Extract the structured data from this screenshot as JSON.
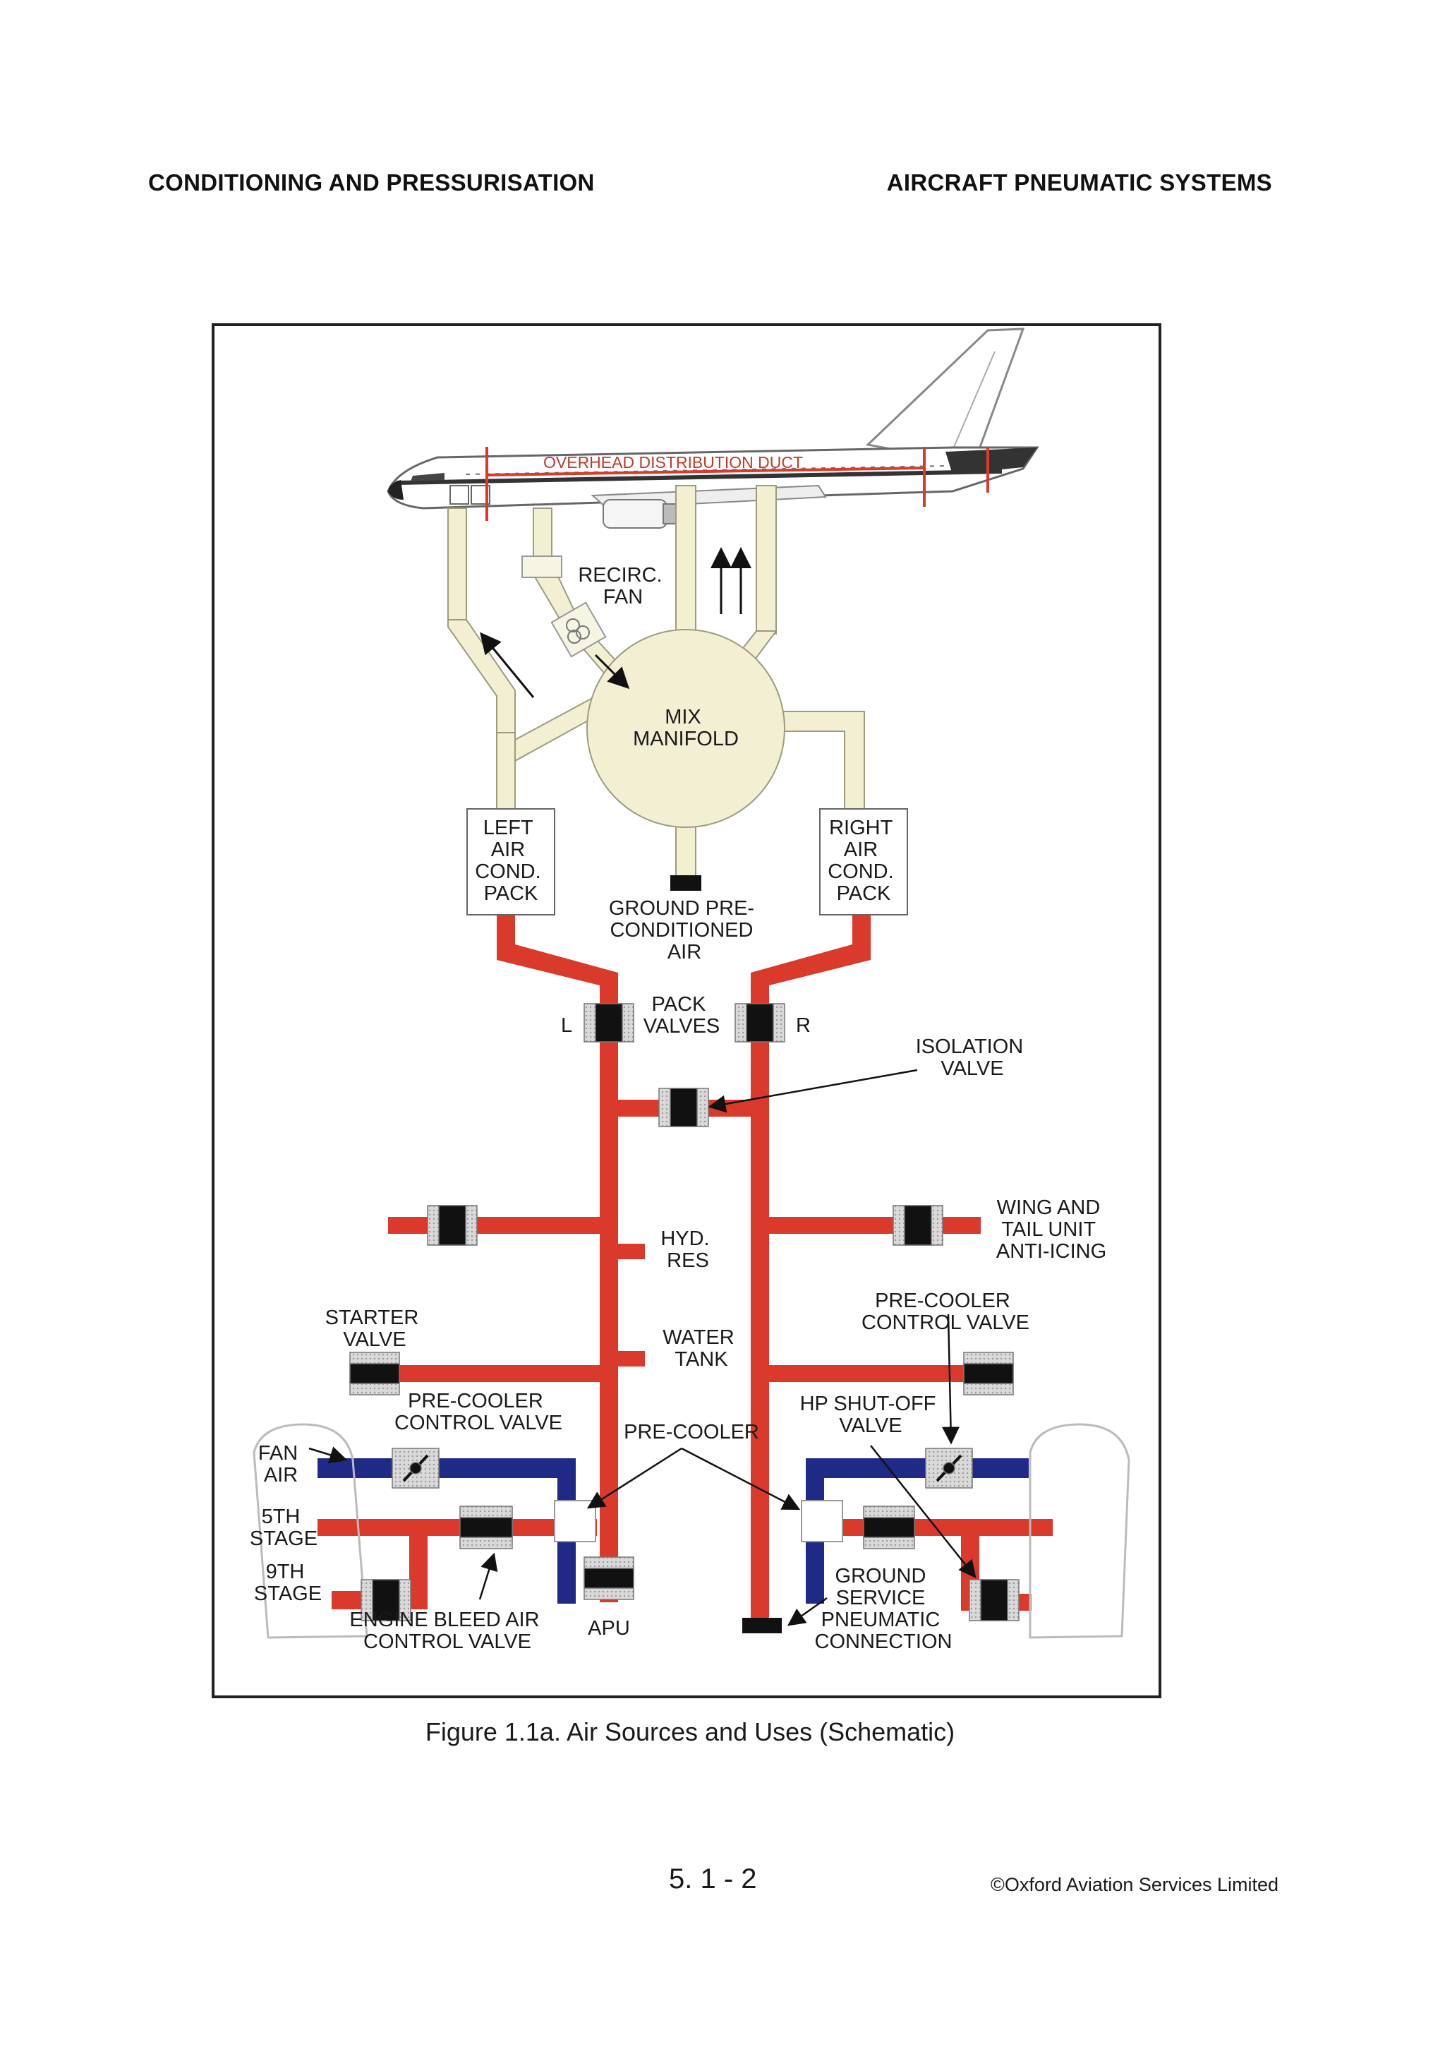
{
  "header": {
    "left": "CONDITIONING AND PRESSURISATION",
    "right": "AIRCRAFT PNEUMATIC SYSTEMS"
  },
  "diagram": {
    "colors": {
      "bleed_air": "#d93a2b",
      "fan_air": "#1f2a86",
      "conditioned_air": "#f3efd2",
      "valve_body": "#111111"
    },
    "labels": {
      "overhead_duct": "OVERHEAD DISTRIBUTION DUCT",
      "recirc_fan": [
        "RECIRC.",
        "FAN"
      ],
      "mix_manifold": [
        "MIX",
        "MANIFOLD"
      ],
      "left_pack": [
        "LEFT",
        "AIR",
        "COND.",
        "PACK"
      ],
      "right_pack": [
        "RIGHT",
        "AIR",
        "COND.",
        "PACK"
      ],
      "ground_preconditioned": [
        "GROUND PRE-",
        "CONDITIONED",
        "AIR"
      ],
      "pack_valves": [
        "PACK",
        "VALVES"
      ],
      "pack_l": "L",
      "pack_r": "R",
      "isolation_valve": [
        "ISOLATION",
        "VALVE"
      ],
      "wing_tail": [
        "WING AND",
        "TAIL UNIT",
        "ANTI-ICING"
      ],
      "hyd_res": [
        "HYD.",
        "RES"
      ],
      "starter_valve": [
        "STARTER",
        "VALVE"
      ],
      "water_tank": [
        "WATER",
        "TANK"
      ],
      "precooler_cv_left": [
        "PRE-COOLER",
        "CONTROL VALVE"
      ],
      "precooler_cv_right": [
        "PRE-COOLER",
        "CONTROL VALVE"
      ],
      "precooler": "PRE-COOLER",
      "hp_shutoff": [
        "HP SHUT-OFF",
        "VALVE"
      ],
      "fan_air": [
        "FAN",
        "AIR"
      ],
      "fifth_stage": [
        "5TH",
        "STAGE"
      ],
      "ninth_stage": [
        "9TH",
        "STAGE"
      ],
      "engine_bleed_cv": [
        "ENGINE BLEED AIR",
        "CONTROL VALVE"
      ],
      "apu": "APU",
      "ground_service": [
        "GROUND",
        "SERVICE",
        "PNEUMATIC",
        "CONNECTION"
      ]
    }
  },
  "caption": "Figure 1.1a. Air Sources and Uses (Schematic)",
  "footer": {
    "page_number": "5. 1 - 2",
    "copyright": "©Oxford Aviation Services Limited"
  }
}
